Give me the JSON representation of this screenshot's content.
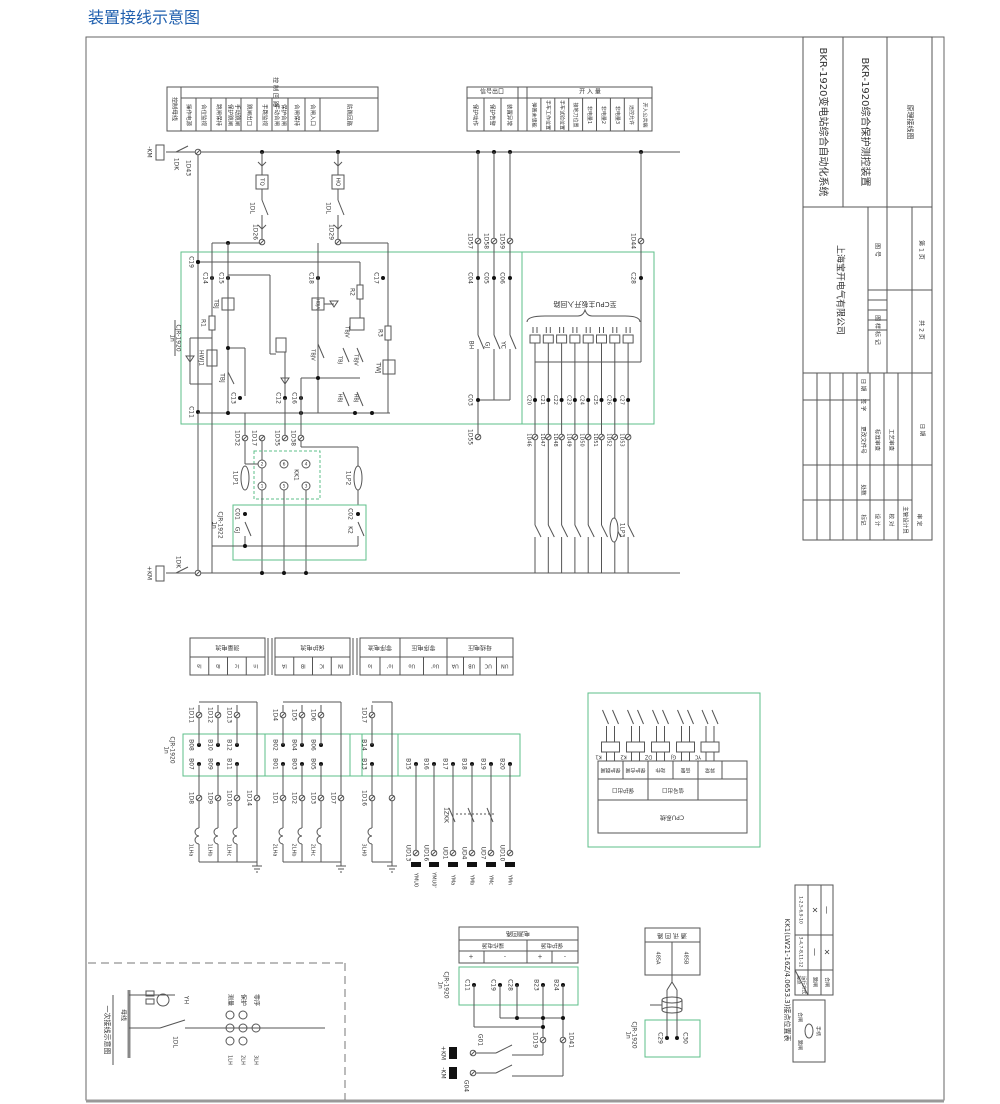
{
  "header": {
    "title": "装置接线示意图"
  },
  "title_block": {
    "system": "BKR-1920变电站综合自动化系统",
    "device": "BKR-1920综合保护测控装置",
    "drawing": "原理接线图",
    "company": "上海宝开电气有限公司",
    "pattern_mark": "图 样 标 记",
    "drawing_no": "图 号",
    "total_pages": "共 2 页",
    "page": "第 1 页",
    "rev_headers": [
      "标记",
      "处数",
      "更改文件号",
      "签 字",
      "日 期"
    ],
    "roles": [
      "设 计",
      "校 对",
      "主管设计员",
      "审 定"
    ],
    "reviews": [
      "标准审查",
      "工艺审查",
      "日 期"
    ]
  },
  "control_table": {
    "bus": "控制母线",
    "header": "控 制 回 路",
    "cols": [
      "操作电源",
      "合位监视",
      "跳闸保持",
      "保护跳闸 手动跳闸",
      "跳闸出口",
      "手跳监视",
      "手动合闸 保护合闸",
      "合闸保持",
      "合闸入口",
      "防跳回路"
    ]
  },
  "signal_table": {
    "header": "信号出口",
    "cols": [
      "保护动作",
      "保护告警",
      "装置异常"
    ]
  },
  "input_table": {
    "header": "开 入 量",
    "cols": [
      "弹簧未储能",
      "手车工作位置",
      "手车试验位置",
      "接地刀位置",
      "非电量1",
      "非电量2",
      "非电量3",
      "远控允许",
      "开入公共端"
    ]
  },
  "control_circuit": {
    "bus_neg": "-KM",
    "bus_pos": "+KM",
    "switch": "1DK",
    "breaker": "1DL",
    "trip_coil": "TQ",
    "close_coil": "HQ",
    "device": "1n",
    "device_model": "CJR-1920",
    "device_model2": "CJR-1922",
    "terminals_top": [
      "1D43",
      "1D26",
      "1D29",
      "1D57",
      "1D58",
      "1D59",
      "1D44"
    ],
    "pins": [
      "C19",
      "C14",
      "C15",
      "C18",
      "C17",
      "C13",
      "C12",
      "C16",
      "C11",
      "C04",
      "C05",
      "C06",
      "C03",
      "C28",
      "C01",
      "C02"
    ],
    "components": [
      "TBJ",
      "R1",
      "HWJ1",
      "TBJ",
      "HBJA",
      "R2",
      "TBJV",
      "TBJV",
      "R3",
      "TWJ",
      "TBJ",
      "TBJV",
      "HBJ",
      "HBJ",
      "BH",
      "GJ",
      "YC",
      "K1",
      "K2"
    ],
    "terminals_mid": [
      "1D32",
      "1D17",
      "1D35",
      "1D38",
      "1D55"
    ],
    "kk_switch": "KK1",
    "kk_pins": [
      "2",
      "6",
      "4",
      "1",
      "5",
      "3"
    ],
    "plates": [
      "1LP1",
      "1LP2",
      "1LP3"
    ],
    "cpu_input_label": "至CPU主板开入回路",
    "input_pins": [
      "C20",
      "C21",
      "C22",
      "C23",
      "C24",
      "C25",
      "C26",
      "C27"
    ],
    "input_terminals": [
      "1D46",
      "1D47",
      "1D48",
      "1D49",
      "1D50",
      "1D51",
      "1D52",
      "1D53"
    ]
  },
  "analog_tables": [
    {
      "header": "测量电流",
      "cols": [
        "Ia",
        "Ib",
        "Ic",
        "In"
      ]
    },
    {
      "header": "保护电流",
      "cols": [
        "IA",
        "IB",
        "IC",
        "IN"
      ]
    },
    {
      "header": "零序电流",
      "cols": [
        "Io",
        "Io'"
      ]
    },
    {
      "header": "零序电压",
      "cols": [
        "Uo",
        "Uo'"
      ]
    },
    {
      "header": "母线电压",
      "cols": [
        "UA",
        "UB",
        "UC",
        "UN"
      ]
    }
  ],
  "analog_circuit": {
    "top_terminals": [
      "1D11",
      "1D12",
      "1D13",
      "1D4",
      "1D5",
      "1D6",
      "1D17"
    ],
    "pins_row1": [
      "B08",
      "B10",
      "B12",
      "B02",
      "B04",
      "B06",
      "B14"
    ],
    "pins_row2": [
      "B07",
      "B09",
      "B11",
      "B01",
      "B03",
      "B05",
      "B13"
    ],
    "bottom_terminals": [
      "1D8",
      "1D9",
      "1D10",
      "1D14",
      "1D1",
      "1D2",
      "1D3",
      "1D7",
      "1D16"
    ],
    "ct_labels": [
      "1LHa",
      "1LHb",
      "1LHc",
      "2LHa",
      "2LHb",
      "2LHc",
      "3LH0"
    ],
    "voltage_pins": [
      "B15",
      "B16",
      "B17",
      "B18",
      "B19",
      "B20"
    ],
    "vt_switch": "1ZKK",
    "ud_terminals": [
      "UD13",
      "UD16",
      "UD1",
      "UD4",
      "UD7",
      "UD10"
    ],
    "bus_labels": [
      "YMU0",
      "YMU0'",
      "YMa",
      "YMb",
      "YMc",
      "YMn"
    ]
  },
  "cpu_block": {
    "relays": [
      "K1",
      "K2",
      "DZ",
      "GJ",
      "YC"
    ],
    "row1": [
      "保护跳闸",
      "保护合闸",
      "动作",
      "告警",
      "异常"
    ],
    "row2": [
      "保护出口",
      "信号出口"
    ],
    "system": "CPU系统"
  },
  "power_circuit": {
    "header": "电源回路",
    "groups": [
      "操作电源",
      "保护电源"
    ],
    "signs": [
      "+",
      "-",
      "+",
      "-"
    ],
    "pins": [
      "C11",
      "C19",
      "C28",
      "B23",
      "B24"
    ],
    "terminals": [
      "1D19",
      "1D41",
      "G01",
      "G04"
    ],
    "bus_pos": "+KM",
    "bus_neg": "-KM"
  },
  "comm_table": {
    "header": "通 讯 回 路",
    "cols": [
      "485A",
      "485B"
    ],
    "pins": [
      "C29",
      "C30"
    ]
  },
  "primary": {
    "title": "一次接线示意图",
    "bus": "母线",
    "vt": "YH",
    "breaker": "1DL",
    "functions": [
      "测量",
      "保护",
      "零序"
    ],
    "cts": [
      "1LH",
      "2LH",
      "3LH"
    ]
  },
  "kk_table": {
    "title": "KK1(LW21-16Z/4.0653.3)接点位置表",
    "corner_top": "接点",
    "corner_bottom": "运行方式",
    "contacts": [
      "1-2,5-6,9-10",
      "3-4,7-8,11-12"
    ],
    "modes": [
      "跳闸",
      "合闸"
    ],
    "marks": [
      [
        "×",
        "—"
      ],
      [
        "—",
        "×"
      ]
    ],
    "switch_labels": [
      "跳闸",
      "合闸",
      "手柄"
    ]
  }
}
